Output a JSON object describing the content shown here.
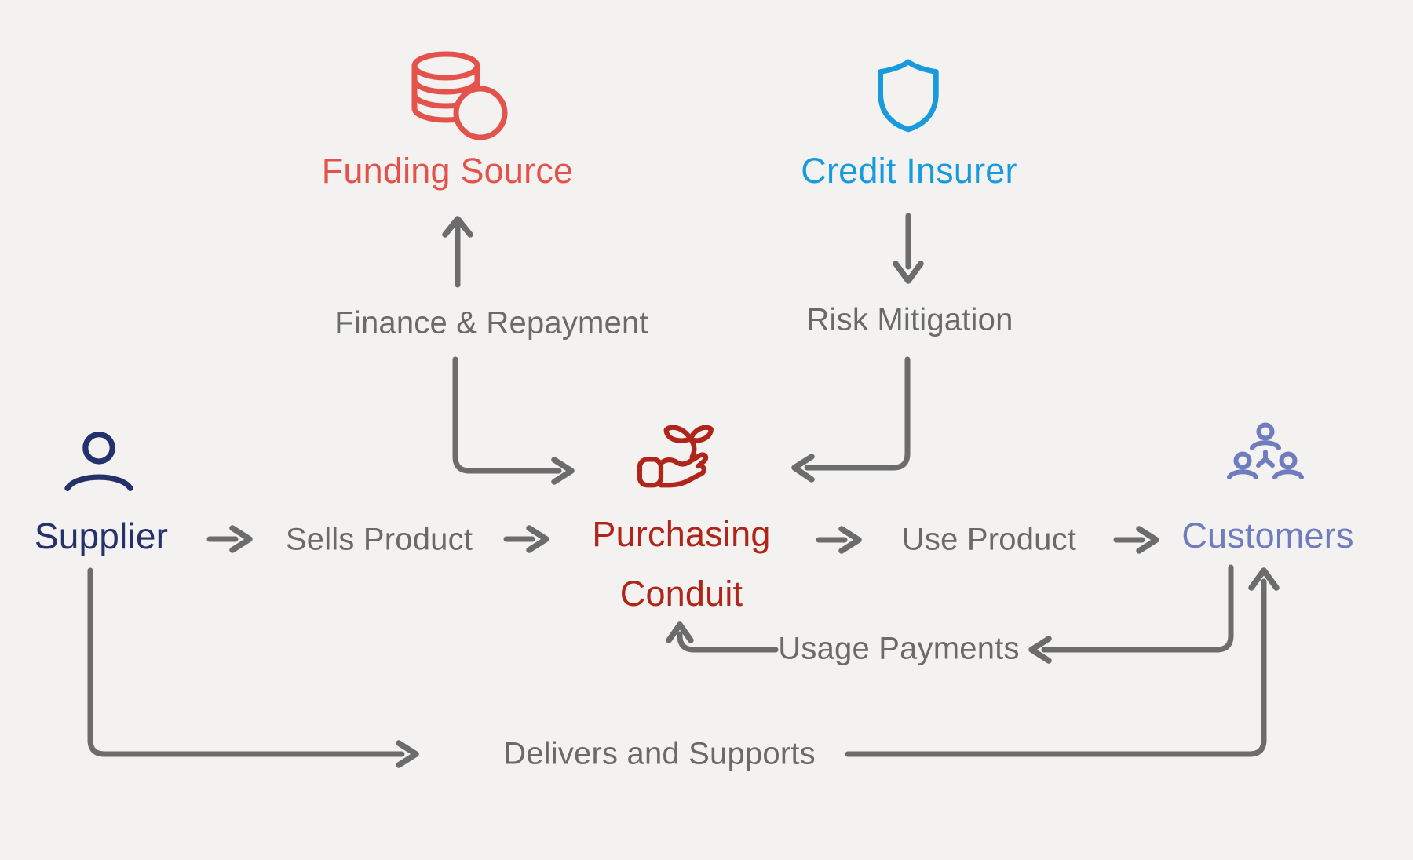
{
  "colors": {
    "bg": "#F3F2F1",
    "line": "#6C6C6C",
    "label_gray": "#6A6A6A",
    "funding_red": "#E4534B",
    "insurer_blue": "#189BDC",
    "conduit_darkred": "#B02519",
    "supplier_navy": "#25316B",
    "customers_periwinkle": "#6F7DBE"
  },
  "nodes": {
    "funding_source": {
      "label": "Funding Source",
      "icon": "coins-icon"
    },
    "credit_insurer": {
      "label": "Credit Insurer",
      "icon": "shield-icon"
    },
    "purchasing_conduit": {
      "label_line1": "Purchasing",
      "label_line2": "Conduit",
      "icon": "hand-sprout-icon"
    },
    "supplier": {
      "label": "Supplier",
      "icon": "person-icon"
    },
    "customers": {
      "label": "Customers",
      "icon": "people-group-icon"
    }
  },
  "edges": {
    "finance_repayment": {
      "label": "Finance & Repayment",
      "from": "Purchasing Conduit",
      "to": "Funding Source"
    },
    "risk_mitigation": {
      "label": "Risk Mitigation",
      "from": "Credit Insurer",
      "to": "Purchasing Conduit"
    },
    "sells_product": {
      "label": "Sells Product",
      "from": "Supplier",
      "to": "Purchasing Conduit"
    },
    "use_product": {
      "label": "Use Product",
      "from": "Purchasing Conduit",
      "to": "Customers"
    },
    "usage_payments": {
      "label": "Usage Payments",
      "from": "Customers",
      "to": "Purchasing Conduit"
    },
    "delivers_supports": {
      "label": "Delivers and Supports",
      "from": "Supplier",
      "to": "Customers"
    }
  }
}
